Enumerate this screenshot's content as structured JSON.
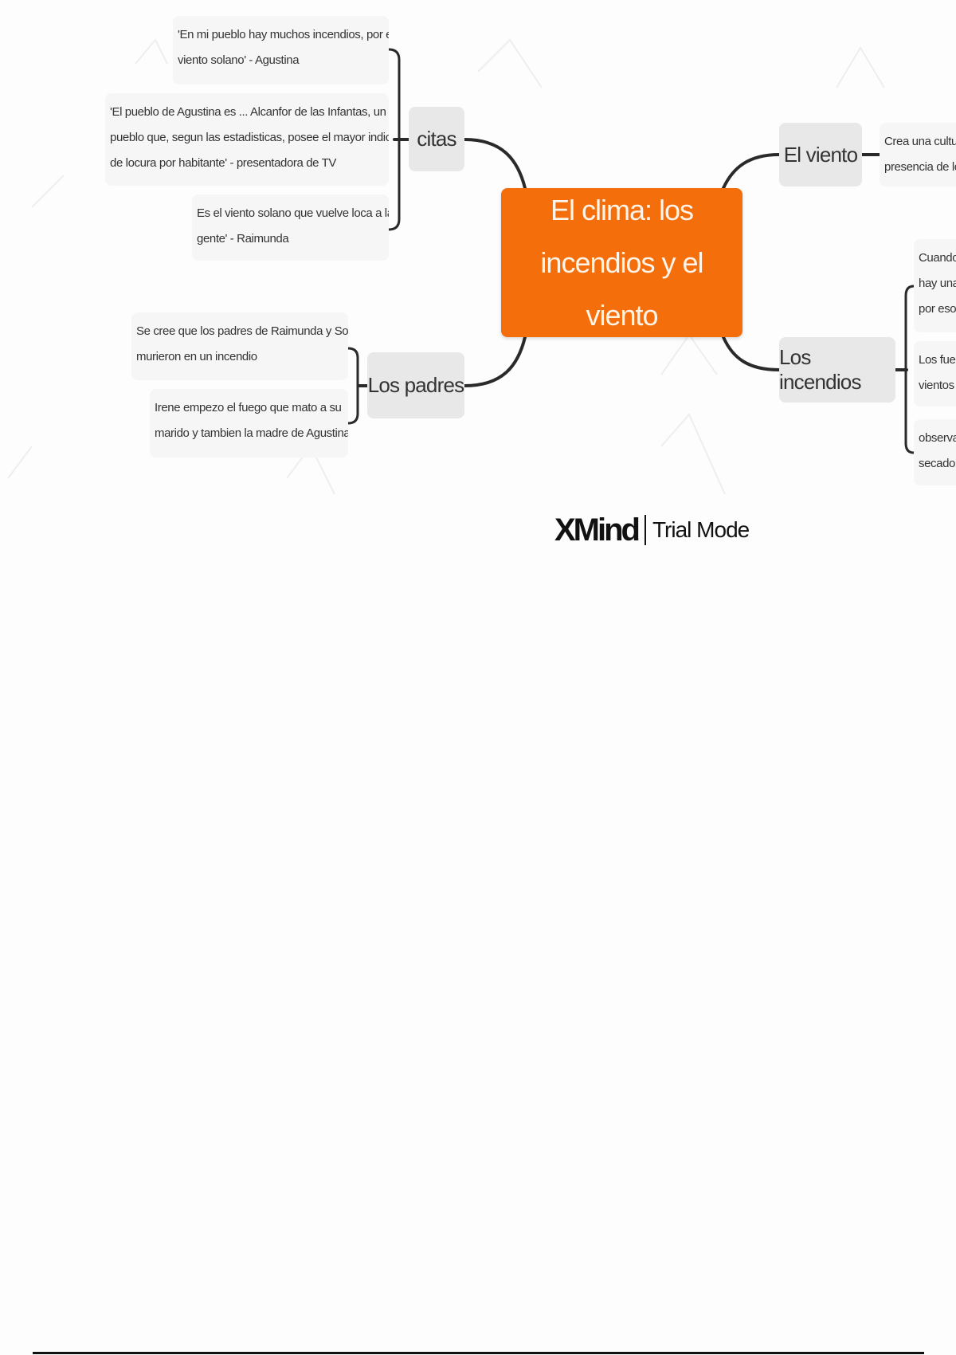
{
  "central": {
    "title_line1": "El clima: los",
    "title_line2": "incendios y el viento",
    "color": "#f56e0c"
  },
  "citas": {
    "label": "citas",
    "items": [
      {
        "line1": "'En mi pueblo hay muchos incendios, por el",
        "line2": "viento solano' - Agustina"
      },
      {
        "line1": "'El pueblo de Agustina es ... Alcanfor de las Infantas, un",
        "line2": "pueblo que, segun las estadisticas, posee el mayor indice",
        "line3": "de locura por habitante' - presentadora de TV"
      },
      {
        "line1": "Es el viento solano que vuelve loca a la",
        "line2": "gente' - Raimunda"
      }
    ]
  },
  "padres": {
    "label": "Los padres",
    "items": [
      {
        "line1": "Se cree que los padres de Raimunda y Sole",
        "line2": "murieron en un incendio"
      },
      {
        "line1": "Irene empezo el fuego que mato a su",
        "line2": "marido y tambien la madre de Agustina"
      }
    ]
  },
  "viento": {
    "label": "El viento",
    "items": [
      {
        "line1": "Crea una cultu",
        "line2": "presencia de lo"
      }
    ]
  },
  "incendios": {
    "label": "Los incendios",
    "items": [
      {
        "line1": "Cuando",
        "line2": "hay una",
        "line3": "por eso"
      },
      {
        "line1": "Los fueg",
        "line2": "vientos"
      },
      {
        "line1": "observa",
        "line2": "secado"
      }
    ]
  },
  "watermark": {
    "brand": "XMind",
    "mode": "Trial Mode"
  }
}
